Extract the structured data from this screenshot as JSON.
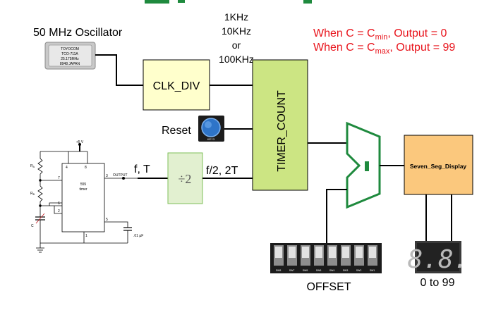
{
  "oscillator": {
    "label": "50 MHz Oscillator",
    "chip_text": [
      "TOYOCOM",
      "TCO-711A",
      "25.175MHz",
      "8948 JAPAN"
    ]
  },
  "freq_options": [
    "1KHz",
    "10KHz",
    "or",
    "100KHz"
  ],
  "conditions": {
    "line1": {
      "prefix": "When C = C",
      "sub": "min",
      "suffix": ", Output = 0"
    },
    "line2": {
      "prefix": "When C = C",
      "sub": "max",
      "suffix": ", Output = 99"
    }
  },
  "blocks": {
    "clk_div": "CLK_DIV",
    "timer_count": "TIMER_COUNT",
    "divider": "÷2",
    "seven_seg": "Seven_Seg_Display"
  },
  "reset": {
    "label": "Reset",
    "key_label": "KEY3"
  },
  "signals": {
    "f_t": "f, T",
    "f2_2t": "f/2, 2T"
  },
  "timer555": {
    "chip_label_1": "555",
    "chip_label_2": "timer",
    "supply": "+5 V",
    "ra": "R",
    "ra_sub": "A",
    "rb": "R",
    "rb_sub": "B",
    "cap": "C",
    "cap2": ".01 µF",
    "output": "OUTPUT",
    "pins": [
      "4",
      "8",
      "7",
      "3",
      "6",
      "2",
      "5",
      "1"
    ]
  },
  "offset": {
    "label": "OFFSET",
    "switch_labels": [
      "SW8",
      "SW7",
      "SW6",
      "SW5",
      "SW4",
      "SW3",
      "SW2",
      "SW1"
    ]
  },
  "display": {
    "digits": "8.8.",
    "range_label": "0 to 99"
  },
  "colors": {
    "clk_div_fill": "#ffffcc",
    "timer_fill": "#cce583",
    "divider_fill": "#e2f0d0",
    "seven_seg_fill": "#fbc87d",
    "mux_stroke": "#1f8a3e",
    "red_text": "#e8141c"
  }
}
